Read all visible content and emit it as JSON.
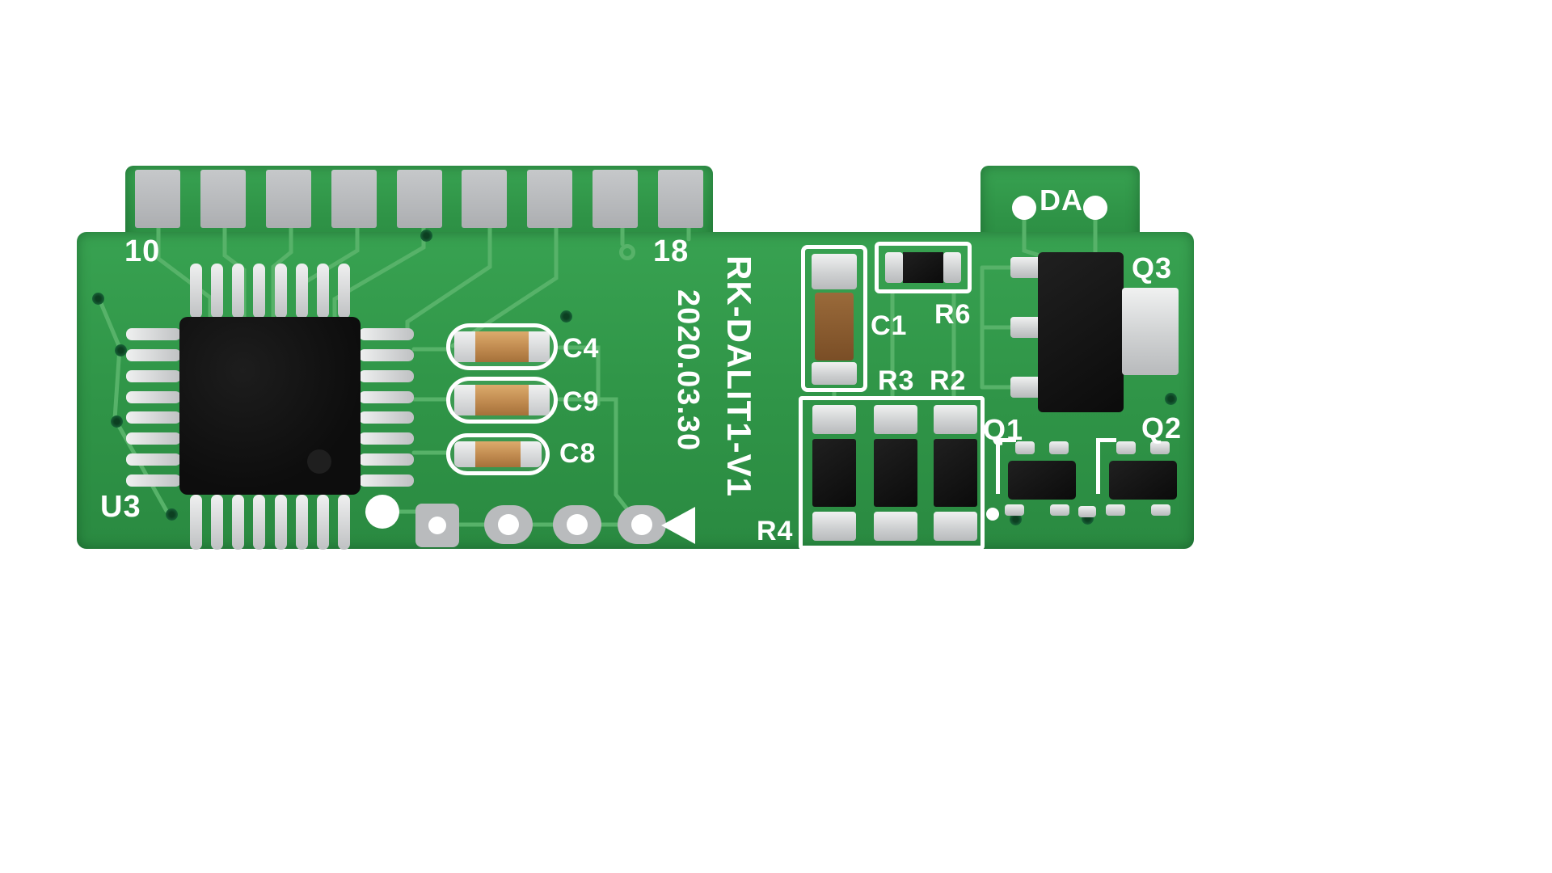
{
  "silkscreen": {
    "pin_number_left": "10",
    "pin_number_right": "18",
    "da_label": "DA",
    "model": "RK-DALIT1-V1",
    "date": "2020.03.30",
    "u3": "U3",
    "c4": "C4",
    "c9": "C9",
    "c8": "C8",
    "c1": "C1",
    "r6": "R6",
    "r3": "R3",
    "r2": "R2",
    "r4": "R4",
    "q1": "Q1",
    "q2": "Q2",
    "q3": "Q3"
  },
  "colors": {
    "board_green": "#2f9447",
    "trace_green": "#57b269",
    "pad_gray": "#b9bbbd",
    "silver": "#d9dadb",
    "component_black": "#141414",
    "capacitor_tan": "#c08a4f",
    "silkscreen_white": "#ffffff",
    "background": "#ffffff"
  }
}
